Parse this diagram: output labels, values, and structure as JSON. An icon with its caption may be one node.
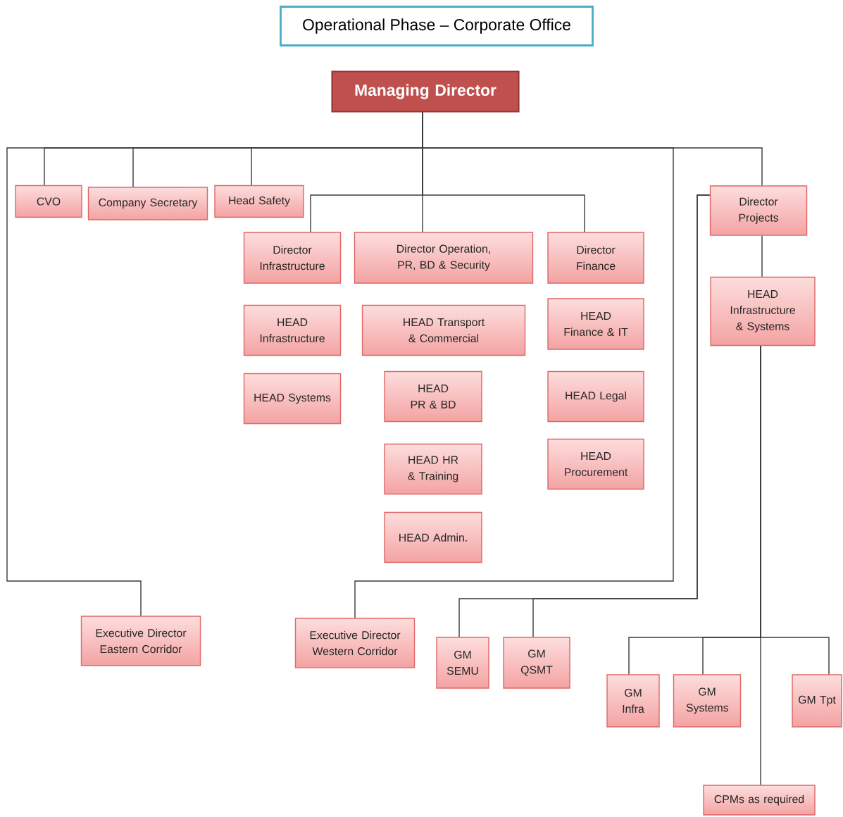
{
  "diagram": {
    "title": "Operational Phase – Corporate Office",
    "nodes": [
      {
        "text": [
          "Managing Director"
        ]
      },
      {
        "text": [
          "CVO"
        ]
      },
      {
        "text": [
          "Company Secretary"
        ]
      },
      {
        "text": [
          "Head Safety"
        ]
      },
      {
        "text": [
          "Director Infrastructure"
        ]
      },
      {
        "text": [
          "Director Operation, PR, BD & Security"
        ]
      },
      {
        "text": [
          "Director Finance"
        ]
      },
      {
        "text": [
          "Director Projects"
        ]
      },
      {
        "text": [
          "HEAD Infrastructure"
        ]
      },
      {
        "text": [
          "HEAD Transport & Commercial"
        ]
      },
      {
        "text": [
          "HEAD Finance & IT"
        ]
      },
      {
        "text": [
          "HEAD Infrastructure & Systems"
        ]
      },
      {
        "text": [
          "HEAD Systems"
        ]
      },
      {
        "text": [
          "HEAD PR & BD"
        ]
      },
      {
        "text": [
          "HEAD Legal"
        ]
      },
      {
        "text": [
          "HEAD HR & Training"
        ]
      },
      {
        "text": [
          "HEAD Procurement"
        ]
      },
      {
        "text": [
          "HEAD Admin."
        ]
      },
      {
        "text": [
          "Executive Director Eastern Corridor"
        ]
      },
      {
        "text": [
          "Executive Director Western Corridor"
        ]
      },
      {
        "text": [
          "GM SEMU"
        ]
      },
      {
        "text": [
          "GM QSMT"
        ]
      },
      {
        "text": [
          "GM Infra"
        ]
      },
      {
        "text": [
          "GM Systems"
        ]
      },
      {
        "text": [
          "GM Tpt"
        ]
      },
      {
        "text": [
          "CPMs as required"
        ]
      }
    ],
    "edges": [
      {
        "from": 0,
        "to": 1,
        "arrow": "none"
      },
      {
        "from": 0,
        "to": 2,
        "arrow": "none"
      },
      {
        "from": 0,
        "to": 3,
        "arrow": "none"
      },
      {
        "from": 0,
        "to": 4,
        "arrow": "none"
      },
      {
        "from": 0,
        "to": 5,
        "arrow": "none"
      },
      {
        "from": 0,
        "to": 6,
        "arrow": "none"
      },
      {
        "from": 0,
        "to": 7,
        "arrow": "none"
      },
      {
        "from": 0,
        "to": 18,
        "arrow": "none"
      },
      {
        "from": 0,
        "to": 19,
        "arrow": "none"
      },
      {
        "from": 7,
        "to": 20,
        "arrow": "none"
      },
      {
        "from": 7,
        "to": 21,
        "arrow": "none"
      },
      {
        "from": 7,
        "to": 11,
        "arrow": "none"
      },
      {
        "from": 11,
        "to": 22,
        "arrow": "none"
      },
      {
        "from": 11,
        "to": 23,
        "arrow": "none"
      },
      {
        "from": 11,
        "to": 24,
        "arrow": "none"
      },
      {
        "from": 11,
        "to": 25,
        "arrow": "none"
      }
    ]
  }
}
